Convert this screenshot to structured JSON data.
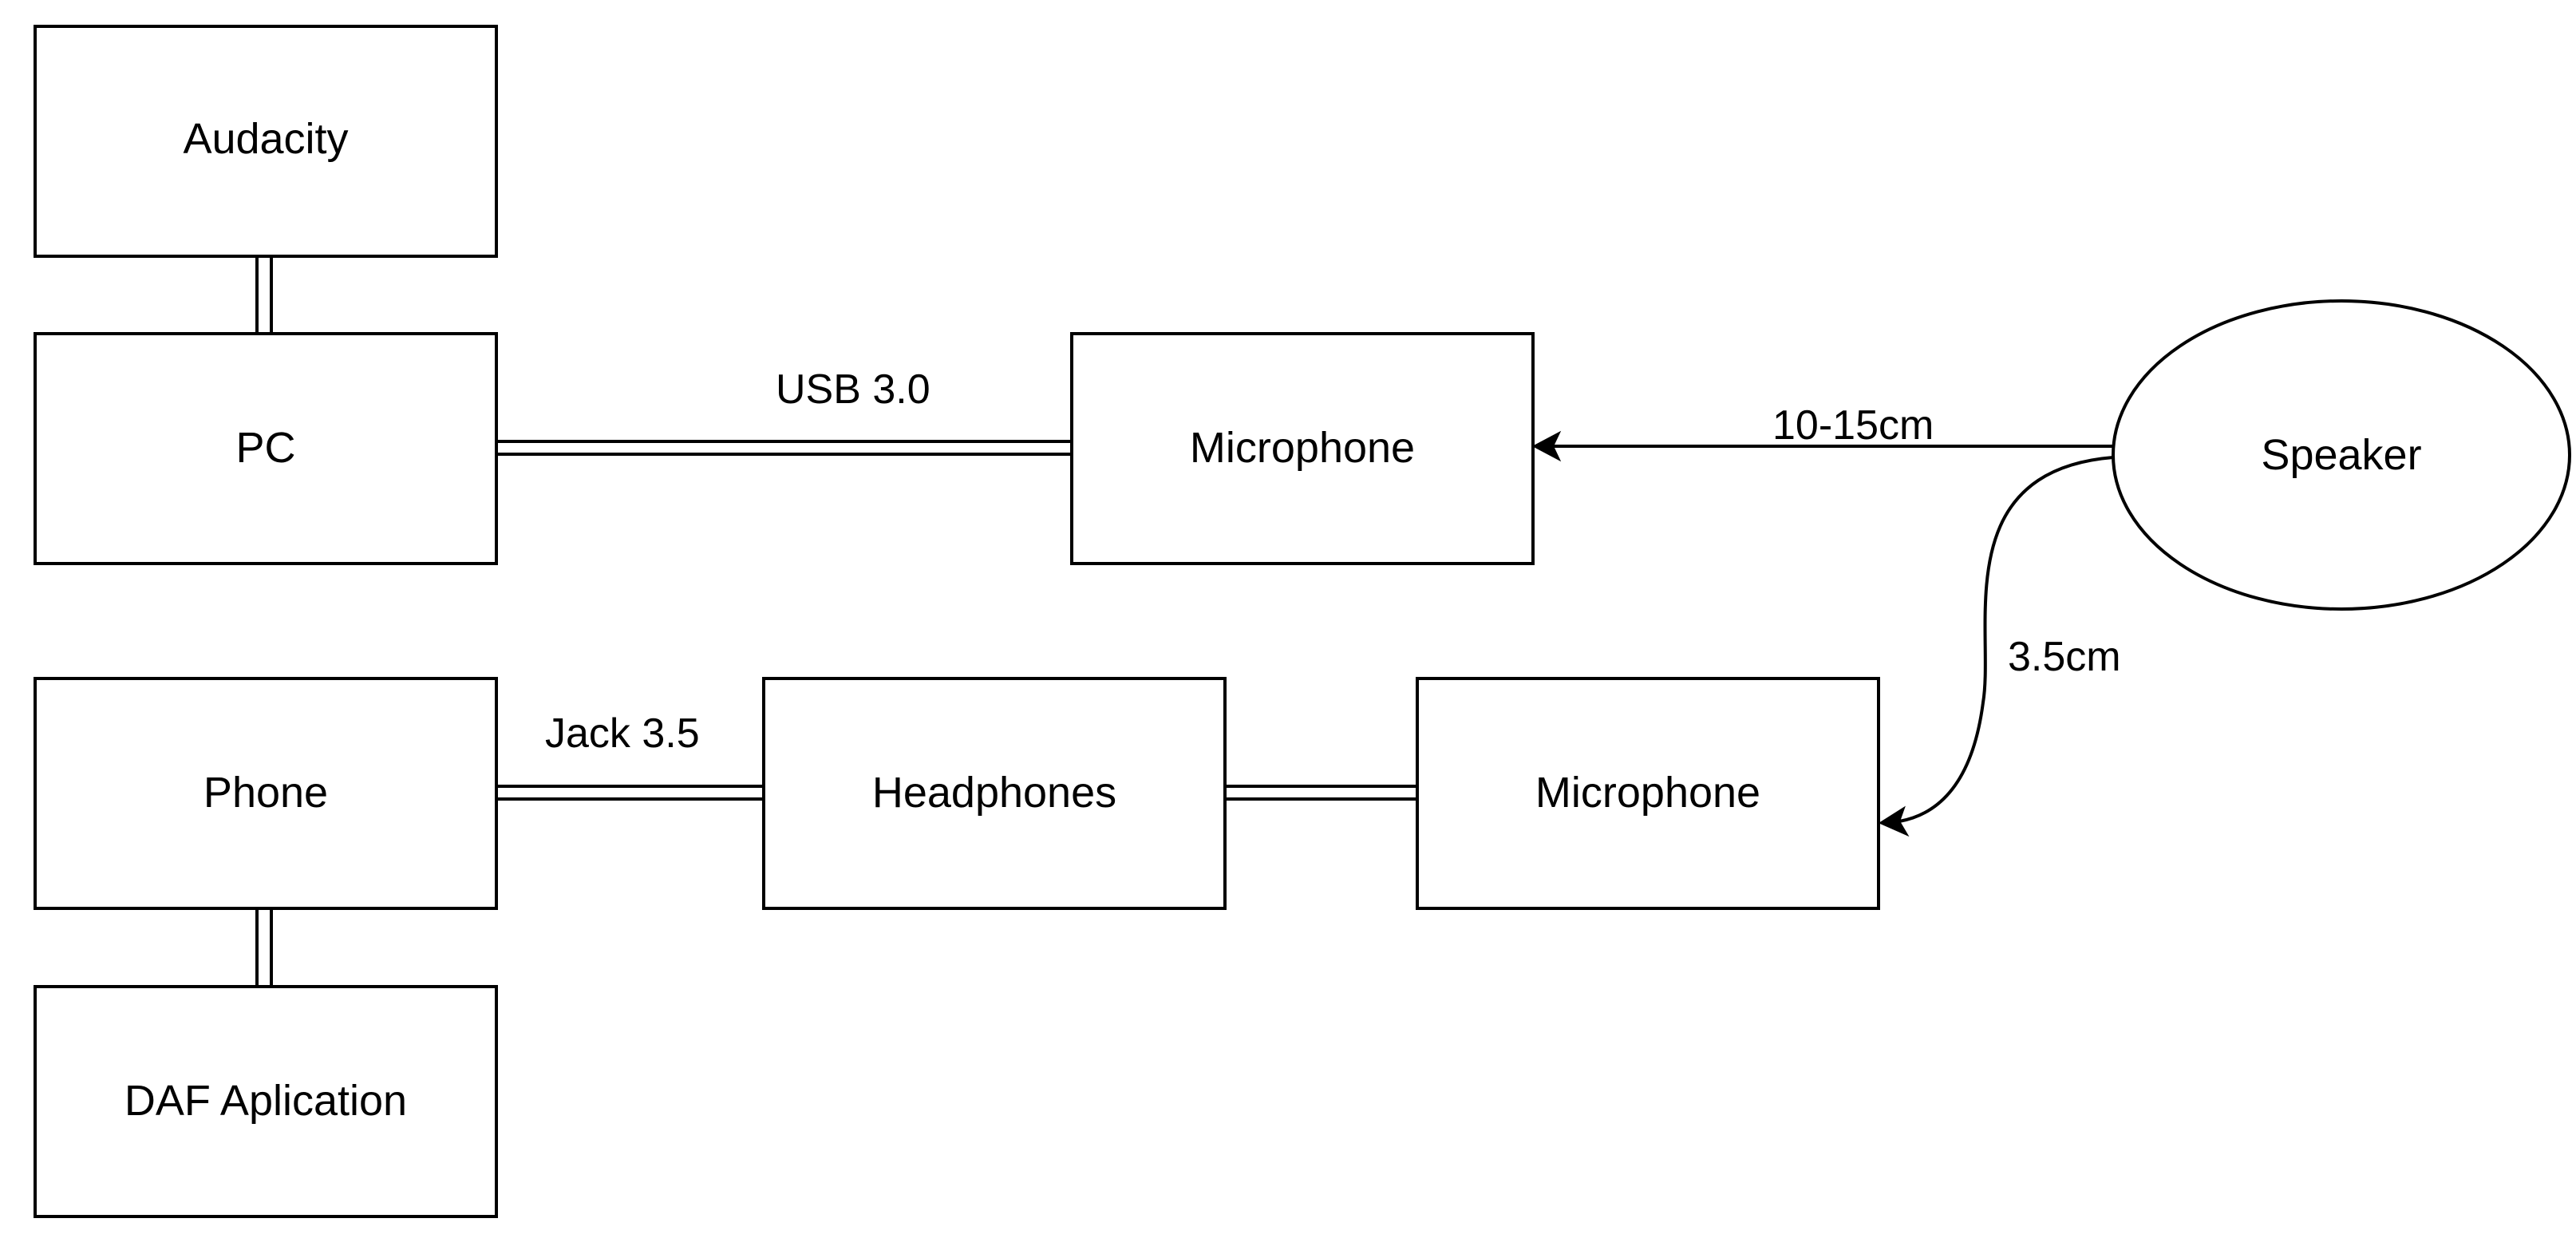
{
  "nodes": {
    "audacity": "Audacity",
    "pc": "PC",
    "microphone_top": "Microphone",
    "speaker": "Speaker",
    "phone": "Phone",
    "headphones": "Headphones",
    "microphone_bottom": "Microphone",
    "daf_application": "DAF Aplication"
  },
  "edges": {
    "pc_microphone": "USB 3.0",
    "speaker_microphone_top": "10-15cm",
    "speaker_microphone_bottom": "3.5cm",
    "phone_headphones": "Jack 3.5"
  },
  "colors": {
    "stroke": "#000000",
    "background": "#ffffff"
  }
}
